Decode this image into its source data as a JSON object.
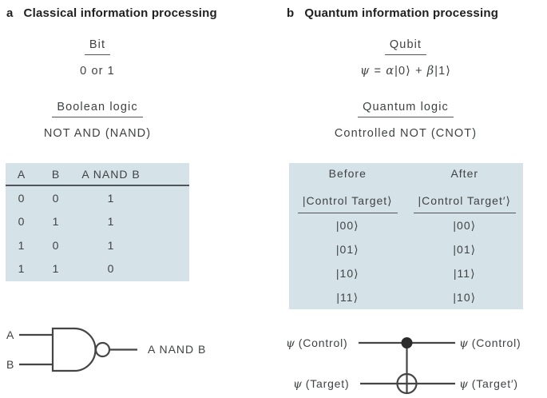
{
  "colors": {
    "table_bg": "#d5e2e8",
    "rule": "#515558",
    "text": "#3f4244",
    "title": "#1f1f1f"
  },
  "panel_a": {
    "tag": "a",
    "title": "Classical information processing",
    "bit": {
      "heading": "Bit",
      "value": "0 or 1"
    },
    "logic": {
      "heading": "Boolean logic",
      "value": "NOT AND (NAND)"
    },
    "truth_table": {
      "headers": [
        "A",
        "B",
        "A NAND B"
      ],
      "rows": [
        [
          "0",
          "0",
          "1"
        ],
        [
          "0",
          "1",
          "1"
        ],
        [
          "1",
          "0",
          "1"
        ],
        [
          "1",
          "1",
          "0"
        ]
      ]
    },
    "gate": {
      "input_a": "A",
      "input_b": "B",
      "output": "A NAND B"
    }
  },
  "panel_b": {
    "tag": "b",
    "title": "Quantum information processing",
    "qubit": {
      "heading": "Qubit",
      "formula": {
        "psi": "ψ",
        "eq": " = ",
        "alpha": "α",
        "ket0": "|0⟩",
        "plus": " + ",
        "beta": "β",
        "ket1": "|1⟩"
      }
    },
    "logic": {
      "heading": "Quantum logic",
      "value": "Controlled NOT (CNOT)"
    },
    "cnot_table": {
      "headers": [
        "Before",
        "After"
      ],
      "sub_headers": [
        "|Control Target⟩",
        "|Control Target′⟩"
      ],
      "rows": [
        [
          "|00⟩",
          "|00⟩"
        ],
        [
          "|01⟩",
          "|01⟩"
        ],
        [
          "|10⟩",
          "|11⟩"
        ],
        [
          "|11⟩",
          "|10⟩"
        ]
      ]
    },
    "circuit": {
      "control_in": {
        "sym": "ψ",
        "label": "(Control)"
      },
      "control_out": {
        "sym": "ψ",
        "label": "(Control)"
      },
      "target_in": {
        "sym": "ψ",
        "label": "(Target)"
      },
      "target_out": {
        "sym": "ψ",
        "label": "(Target′)"
      }
    }
  }
}
